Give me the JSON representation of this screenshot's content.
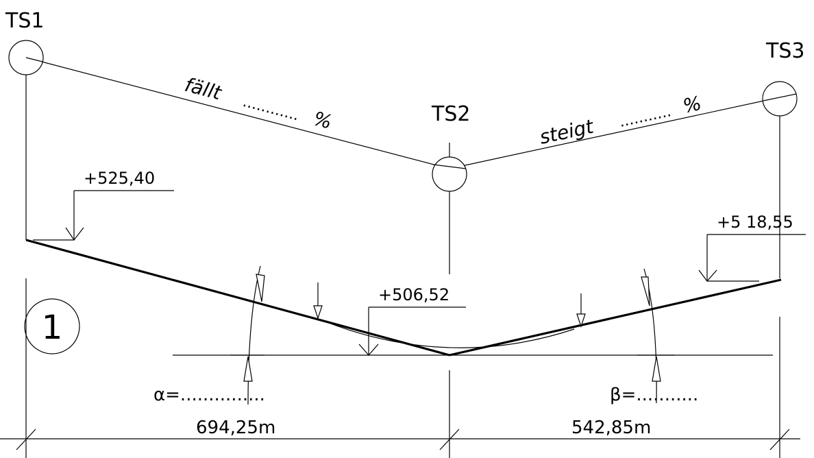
{
  "stations": {
    "ts1": "TS1",
    "ts2": "TS2",
    "ts3": "TS3"
  },
  "slopes": {
    "left": {
      "word": "fällt",
      "dots": "............",
      "unit": "%"
    },
    "right": {
      "word": "steigt",
      "dots": "...........",
      "unit": "%"
    }
  },
  "elevations": {
    "left": "+525,40",
    "middle": "+506,52",
    "right": "+5 18,55"
  },
  "angles": {
    "alpha": "α=...............",
    "beta": "β=..........."
  },
  "distances": {
    "left": "694,25m",
    "right": "542,85m"
  },
  "figure_number": "1"
}
